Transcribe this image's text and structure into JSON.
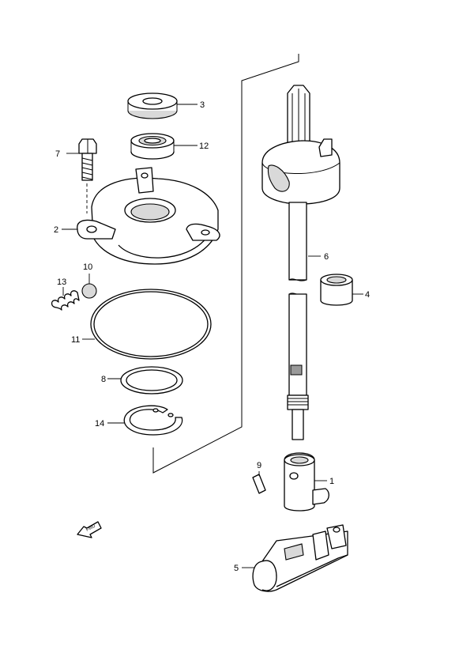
{
  "callouts": {
    "c1": "1",
    "c2": "2",
    "c3": "3",
    "c4": "4",
    "c5": "5",
    "c6": "6",
    "c7": "7",
    "c8": "8",
    "c9": "9",
    "c10": "10",
    "c11": "11",
    "c12": "12",
    "c13": "13",
    "c14": "14"
  },
  "fwd_marker": "FWD",
  "icons": {
    "direction_arrow": "fwd-arrow-icon"
  }
}
